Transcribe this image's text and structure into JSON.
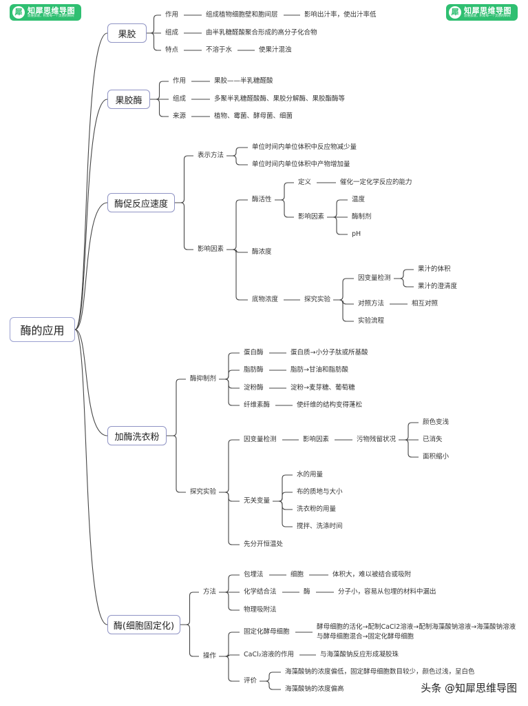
{
  "logos": [
    {
      "name": "知犀思维导图",
      "tagline": "思维加速，积累每一个灵感的瞬间"
    },
    {
      "name": "知犀思维导图",
      "tagline": "思维加速，积累每一个灵感的瞬间"
    }
  ],
  "watermark": "头条 @知犀思维导图",
  "mindmap": {
    "root": "酶的应用",
    "pectin": {
      "title": "果胶",
      "func_label": "作用",
      "func_text": "组成植物细胞壁和胞间层",
      "func_effect": "影响出汁率，使出汁率低",
      "comp_label": "组成",
      "comp_text": "由半乳糖醛酸聚合形成的高分子化合物",
      "feat_label": "特点",
      "feat_text": "不溶于水",
      "feat_effect": "使果汁混浊"
    },
    "pectinase": {
      "title": "果胶酶",
      "func_label": "作用",
      "func_text": "果胶——半乳糖醛酸",
      "comp_label": "组成",
      "comp_text": "多聚半乳糖醛酸酶、果胶分解酶、果胶酯酶等",
      "src_label": "来源",
      "src_text": "植物、霉菌、酵母菌、细菌"
    },
    "rate": {
      "title": "酶促反应速度",
      "expr_label": "表示方法",
      "expr_1": "单位时间内单位体积中反应物减少量",
      "expr_2": "单位时间内单位体积中产物增加量",
      "factors_label": "影响因素",
      "activity_label": "酶活性",
      "def_label": "定义",
      "def_text": "催化一定化学反应的能力",
      "act_factors_label": "影响因素",
      "temp": "温度",
      "inhibitor": "酶制剂",
      "ph": "pH",
      "enzyme_conc": "酶浓度",
      "substrate_conc": "底物浓度",
      "experiment": "探究实验",
      "variable_detection": "因变量检测",
      "juice_volume": "果汁的体积",
      "juice_clarity": "果汁的澄清度",
      "control_method": "对照方法",
      "mutual_control": "相互对照",
      "procedure": "实验流程"
    },
    "detergent": {
      "title": "加酶洗衣粉",
      "inhibitor_label": "酶抑制剂",
      "protease": "蛋白酶",
      "protease_desc": "蛋白质→小分子肽或所基酸",
      "lipase": "脂肪酶",
      "lipase_desc": "脂肪→甘油和脂肪酸",
      "amylase": "淀粉酶",
      "amylase_desc": "淀粉→麦芽糖、葡萄糖",
      "cellulase": "纤维素酶",
      "cellulase_desc": "使纤维的结构变得蓬松",
      "experiment": "探究实验",
      "variable_detection": "因变量检测",
      "factors": "影响因素",
      "residue": "污物残留状况",
      "color_fade": "颜色变浅",
      "disappear": "已消失",
      "area_shrink": "面积缩小",
      "irrelevant": "无关变量",
      "water": "水的用量",
      "fabric": "布的质地与大小",
      "powder": "洗衣粉的用量",
      "stir_time": "搅拌、洗涤时间",
      "preheat": "先分开恒温处"
    },
    "immobilized": {
      "title": "酶(细胞固定化)",
      "methods_label": "方法",
      "embed": "包埋法",
      "embed_target": "细胞",
      "embed_reason": "体积大，难以被结合或吸附",
      "chem": "化学结合法",
      "chem_target": "酶",
      "chem_reason": "分子小，容易从包埋的材料中漏出",
      "phys": "物理吸附法",
      "ops_label": "操作",
      "yeast": "固定化酵母细胞",
      "yeast_steps_1": "酵母细胞的活化→配制CaCl2溶液→配制海藻酸钠溶液→海藻酸钠溶液",
      "yeast_steps_2": "与酵母细胞混合→固定化酵母细胞",
      "cacl2": "CaCl₂溶液的作用",
      "cacl2_desc": "与海藻酸钠反应形成凝胶珠",
      "eval": "评价",
      "eval_1": "海藻酸钠的浓度偏低，固定酵母细胞数目较少，颜色过浅，呈白色",
      "eval_2": "海藻酸钠的浓度偏高"
    }
  }
}
